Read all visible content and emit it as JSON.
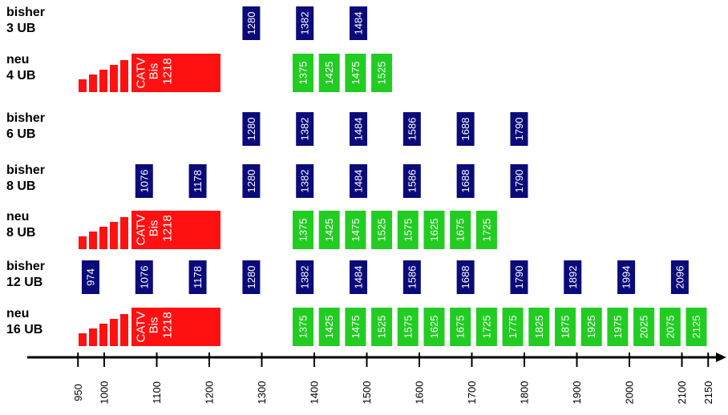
{
  "colors": {
    "legacy_block": "#0a0a7a",
    "new_block": "#22cc22",
    "catv": "#ff1111",
    "axis": "#000000",
    "block_text": "#ffffff"
  },
  "rows": [
    {
      "kind": "bisher",
      "label": [
        "bisher",
        "3 UB"
      ],
      "channels": [
        "1280",
        "1382",
        "1484"
      ]
    },
    {
      "kind": "neu",
      "label": [
        "neu",
        "4 UB"
      ],
      "catv": [
        "CATV",
        "Bis",
        "1218"
      ],
      "channels": [
        "1375",
        "1425",
        "1475",
        "1525"
      ]
    },
    {
      "kind": "bisher",
      "label": [
        "bisher",
        "6 UB"
      ],
      "channels": [
        "1280",
        "1382",
        "1484",
        "1586",
        "1688",
        "1790"
      ]
    },
    {
      "kind": "bisher",
      "label": [
        "bisher",
        "8 UB"
      ],
      "channels": [
        "1076",
        "1178",
        "1280",
        "1382",
        "1484",
        "1586",
        "1688",
        "1790"
      ]
    },
    {
      "kind": "neu",
      "label": [
        "neu",
        "8 UB"
      ],
      "catv": [
        "CATV",
        "Bis",
        "1218"
      ],
      "channels": [
        "1375",
        "1425",
        "1475",
        "1525",
        "1575",
        "1625",
        "1675",
        "1725"
      ]
    },
    {
      "kind": "bisher",
      "label": [
        "bisher",
        "12 UB"
      ],
      "channels": [
        "974",
        "1076",
        "1178",
        "1280",
        "1382",
        "1484",
        "1586",
        "1688",
        "1790",
        "1892",
        "1994",
        "2096"
      ]
    },
    {
      "kind": "neu",
      "label": [
        "neu",
        "16 UB"
      ],
      "catv": [
        "CATV",
        "Bis",
        "1218"
      ],
      "channels": [
        "1375",
        "1425",
        "1475",
        "1525",
        "1575",
        "1625",
        "1675",
        "1725",
        "1775",
        "1825",
        "1875",
        "1925",
        "1975",
        "2025",
        "2075",
        "2125"
      ]
    }
  ],
  "axis": {
    "ticks": [
      "950",
      "1000",
      "1100",
      "1200",
      "1300",
      "1400",
      "1500",
      "1600",
      "1700",
      "1800",
      "1900",
      "2000",
      "2100",
      "2150"
    ]
  }
}
